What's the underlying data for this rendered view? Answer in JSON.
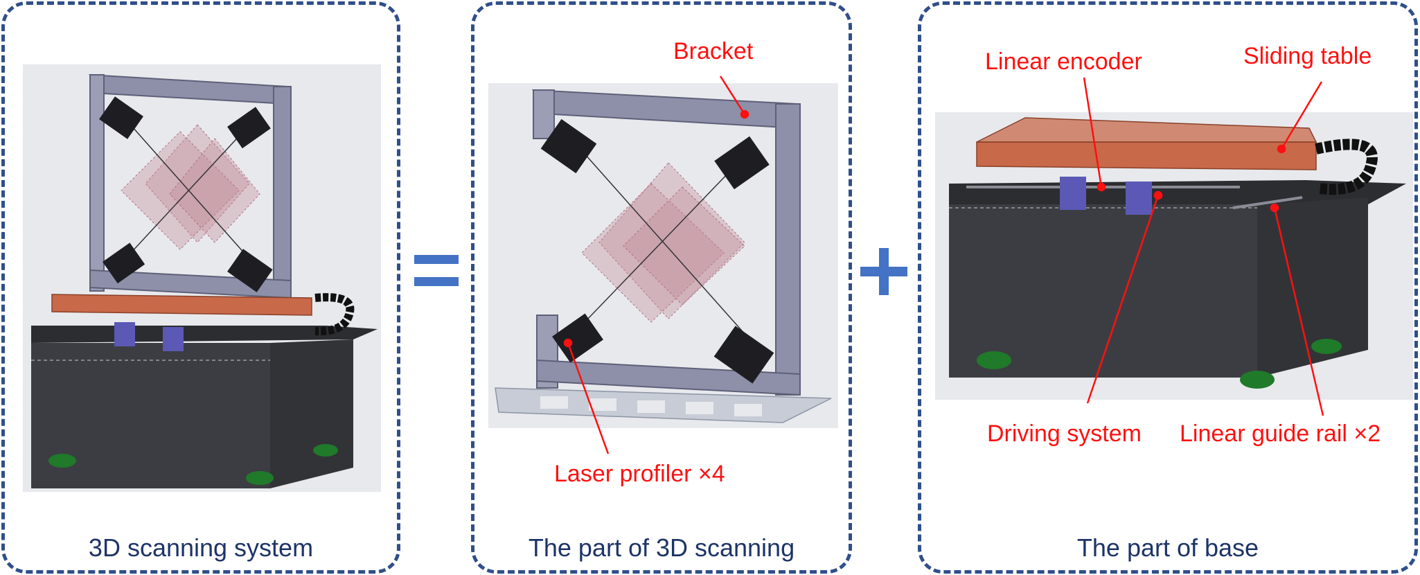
{
  "panels": {
    "left_caption": "3D scanning system",
    "middle_caption": "The part of 3D scanning",
    "right_caption": "The part of base"
  },
  "operators": {
    "equals": "=",
    "plus": "+"
  },
  "labels": {
    "bracket": "Bracket",
    "laser_profiler": "Laser profiler  ×4",
    "linear_encoder": "Linear encoder",
    "sliding_table": "Sliding table",
    "driving_system": "Driving system",
    "linear_guide_rail": "Linear guide rail ×2"
  },
  "colors": {
    "panel_border": "#2f4f8a",
    "caption_text": "#1d3467",
    "label_text": "#ff1010",
    "operator": "#4472c4",
    "frame": "#8d90a8",
    "base_box": "#3c3d42",
    "sliding_table": "#c8694a",
    "motor": "#5b59b5",
    "feet": "#1f7a2a",
    "laser_sheet": "#c08a96"
  }
}
